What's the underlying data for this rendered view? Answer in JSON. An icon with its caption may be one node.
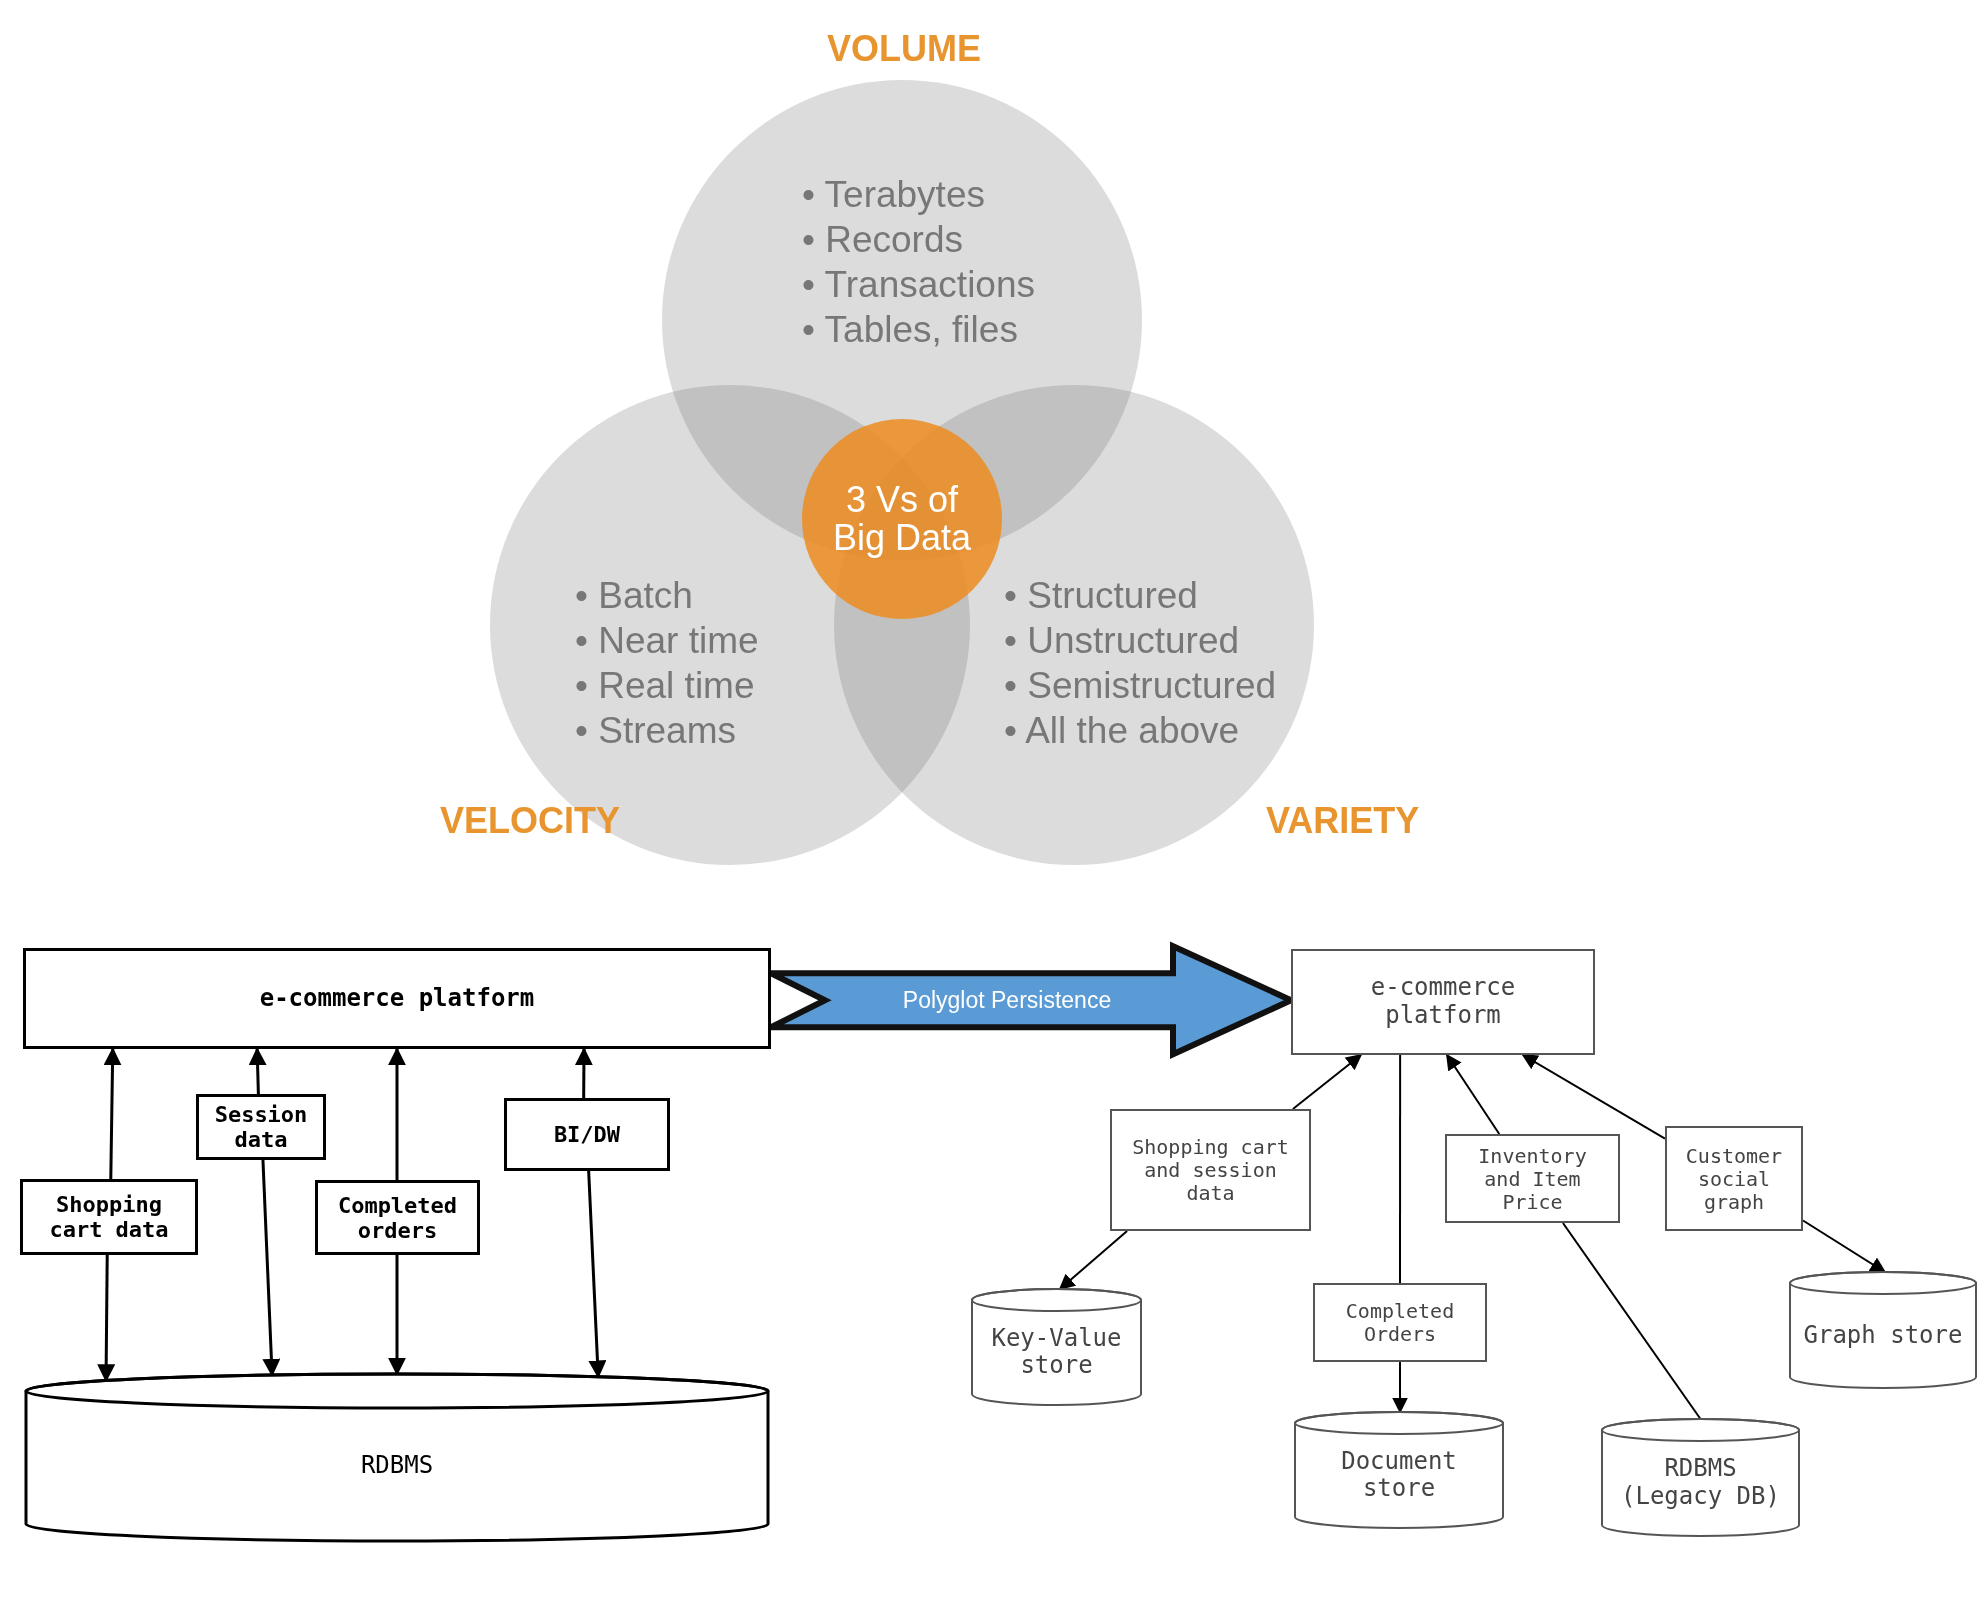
{
  "diagram": {
    "nodes": [
      {
        "text": [
          "VOLUME",
          "• Terabytes",
          "• Records",
          "• Transactions",
          "• Tables, files"
        ]
      },
      {
        "text": [
          "VELOCITY",
          "• Batch",
          "• Near time",
          "• Real time",
          "• Streams"
        ]
      },
      {
        "text": [
          "VARIETY",
          "• Structured",
          "• Unstructured",
          "• Semistructured",
          "• All the above"
        ]
      },
      {
        "text": [
          "3 Vs of Big Data"
        ]
      },
      {
        "text": [
          "e-commerce platform"
        ]
      },
      {
        "text": [
          "Shopping cart data"
        ]
      },
      {
        "text": [
          "Session data"
        ]
      },
      {
        "text": [
          "Completed orders"
        ]
      },
      {
        "text": [
          "BI/DW"
        ]
      },
      {
        "text": [
          "RDBMS"
        ]
      },
      {
        "text": [
          "e-commerce platform"
        ]
      },
      {
        "text": [
          "Shopping cart and session data"
        ]
      },
      {
        "text": [
          "Inventory and Item Price"
        ]
      },
      {
        "text": [
          "Customer social graph"
        ]
      },
      {
        "text": [
          "Key-Value store"
        ]
      },
      {
        "text": [
          "Completed Orders"
        ]
      },
      {
        "text": [
          "Document store"
        ]
      },
      {
        "text": [
          "RDBMS (Legacy DB)"
        ]
      },
      {
        "text": [
          "Graph store"
        ]
      }
    ],
    "edges": [
      {
        "from": 5,
        "to": 4,
        "arrow": "to"
      },
      {
        "from": 5,
        "to": 9,
        "arrow": "to"
      },
      {
        "from": 6,
        "to": 4,
        "arrow": "to"
      },
      {
        "from": 6,
        "to": 9,
        "arrow": "to"
      },
      {
        "from": 7,
        "to": 4,
        "arrow": "to"
      },
      {
        "from": 7,
        "to": 9,
        "arrow": "to"
      },
      {
        "from": 8,
        "to": 4,
        "arrow": "to"
      },
      {
        "from": 8,
        "to": 9,
        "arrow": "to"
      },
      {
        "from": 4,
        "to": 10,
        "arrow": "to",
        "label": "Polyglot Persistence"
      },
      {
        "from": 11,
        "to": 10,
        "arrow": "to"
      },
      {
        "from": 11,
        "to": 14,
        "arrow": "to"
      },
      {
        "from": 10,
        "to": 15,
        "arrow": "none"
      },
      {
        "from": 15,
        "to": 16,
        "arrow": "to"
      },
      {
        "from": 12,
        "to": 10,
        "arrow": "to"
      },
      {
        "from": 12,
        "to": 17,
        "arrow": "none"
      },
      {
        "from": 13,
        "to": 10,
        "arrow": "to"
      },
      {
        "from": 13,
        "to": 18,
        "arrow": "to"
      }
    ]
  }
}
